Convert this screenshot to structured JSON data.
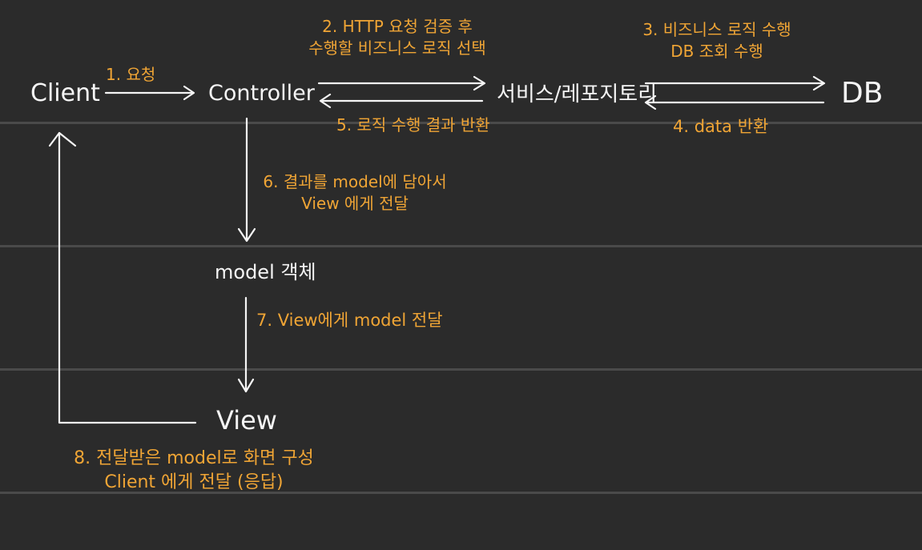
{
  "colors": {
    "background": "#2b2b2b",
    "ruled_lines": "#4a4a4a",
    "node_text": "#f5f5f5",
    "annotation_text": "#f0a535",
    "arrows": "#f5f5f5"
  },
  "nodes": {
    "client": "Client",
    "controller": "Controller",
    "service_repository": "서비스/레포지토리",
    "db": "DB",
    "model_object": "model 객체",
    "view": "View"
  },
  "steps": {
    "step1": "1. 요청",
    "step2_line1": "2. HTTP 요청 검증 후",
    "step2_line2": "수행할 비즈니스 로직 선택",
    "step3_line1": "3. 비즈니스 로직 수행",
    "step3_line2": "DB 조회 수행",
    "step4": "4. data 반환",
    "step5": "5. 로직 수행 결과 반환",
    "step6_line1": "6. 결과를 model에 담아서",
    "step6_line2": "View 에게 전달",
    "step7": "7. View에게 model 전달",
    "step8_line1": "8. 전달받은 model로 화면 구성",
    "step8_line2": "Client 에게 전달 (응답)"
  }
}
